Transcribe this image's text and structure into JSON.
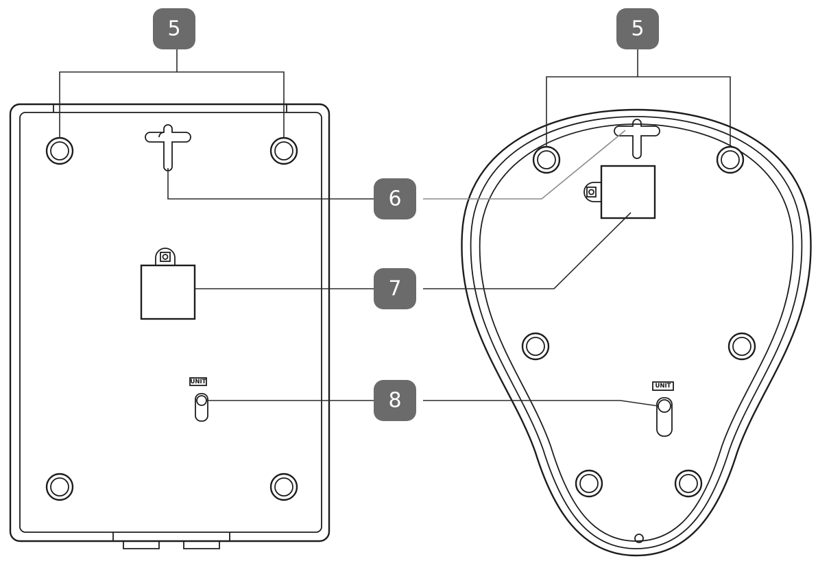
{
  "callouts": {
    "feet_left": "5",
    "feet_right": "5",
    "wall_hook": "6",
    "battery_compartment": "7",
    "unit_switch": "8"
  },
  "labels": {
    "unit_left": "UNIT",
    "unit_right": "UNIT"
  },
  "colors": {
    "badge": "#6b6b6b",
    "line": "#1c1c1c",
    "background": "#ffffff"
  }
}
